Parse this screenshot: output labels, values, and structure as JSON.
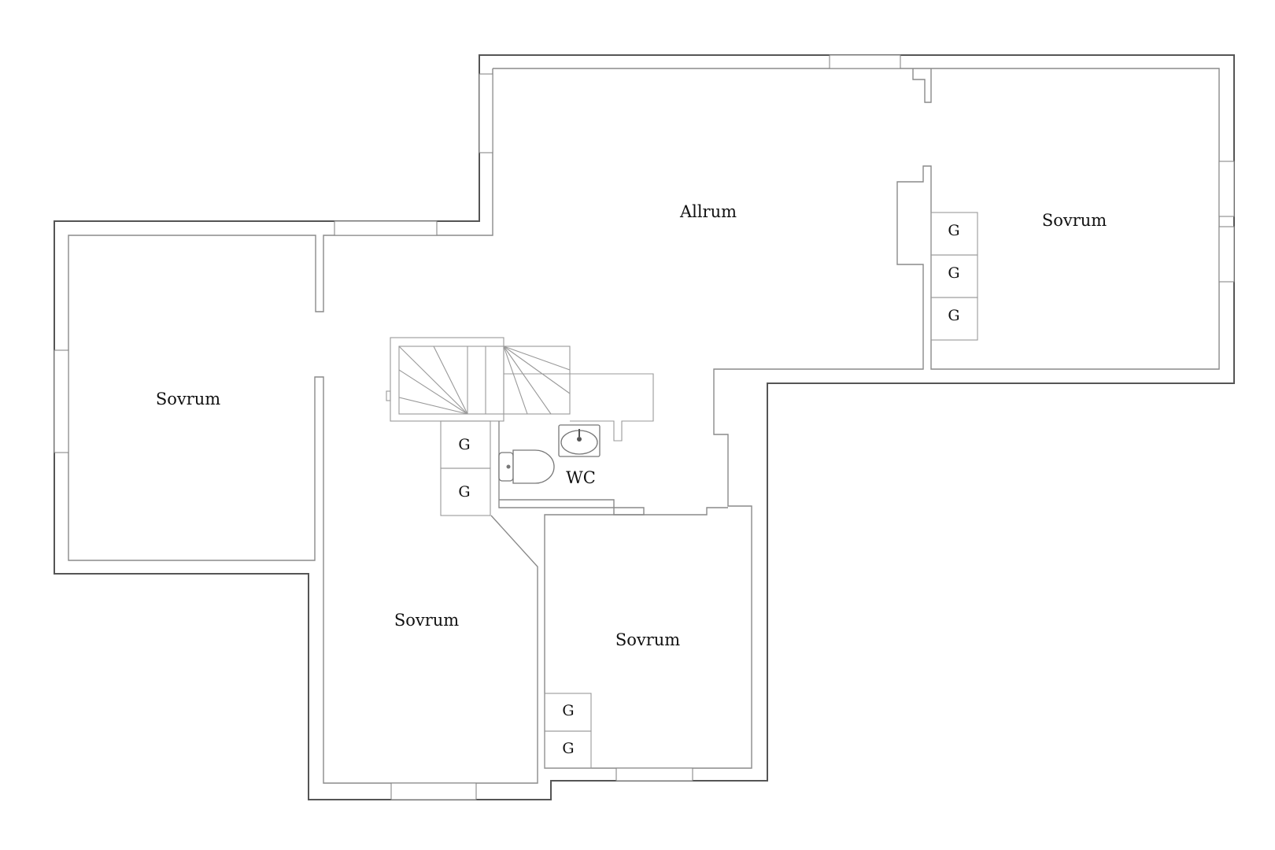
{
  "rooms": {
    "allrum": "Allrum",
    "sovrum_east": "Sovrum",
    "sovrum_west": "Sovrum",
    "sovrum_south_left": "Sovrum",
    "sovrum_south_right": "Sovrum",
    "wc": "WC"
  },
  "closet_label": "G"
}
